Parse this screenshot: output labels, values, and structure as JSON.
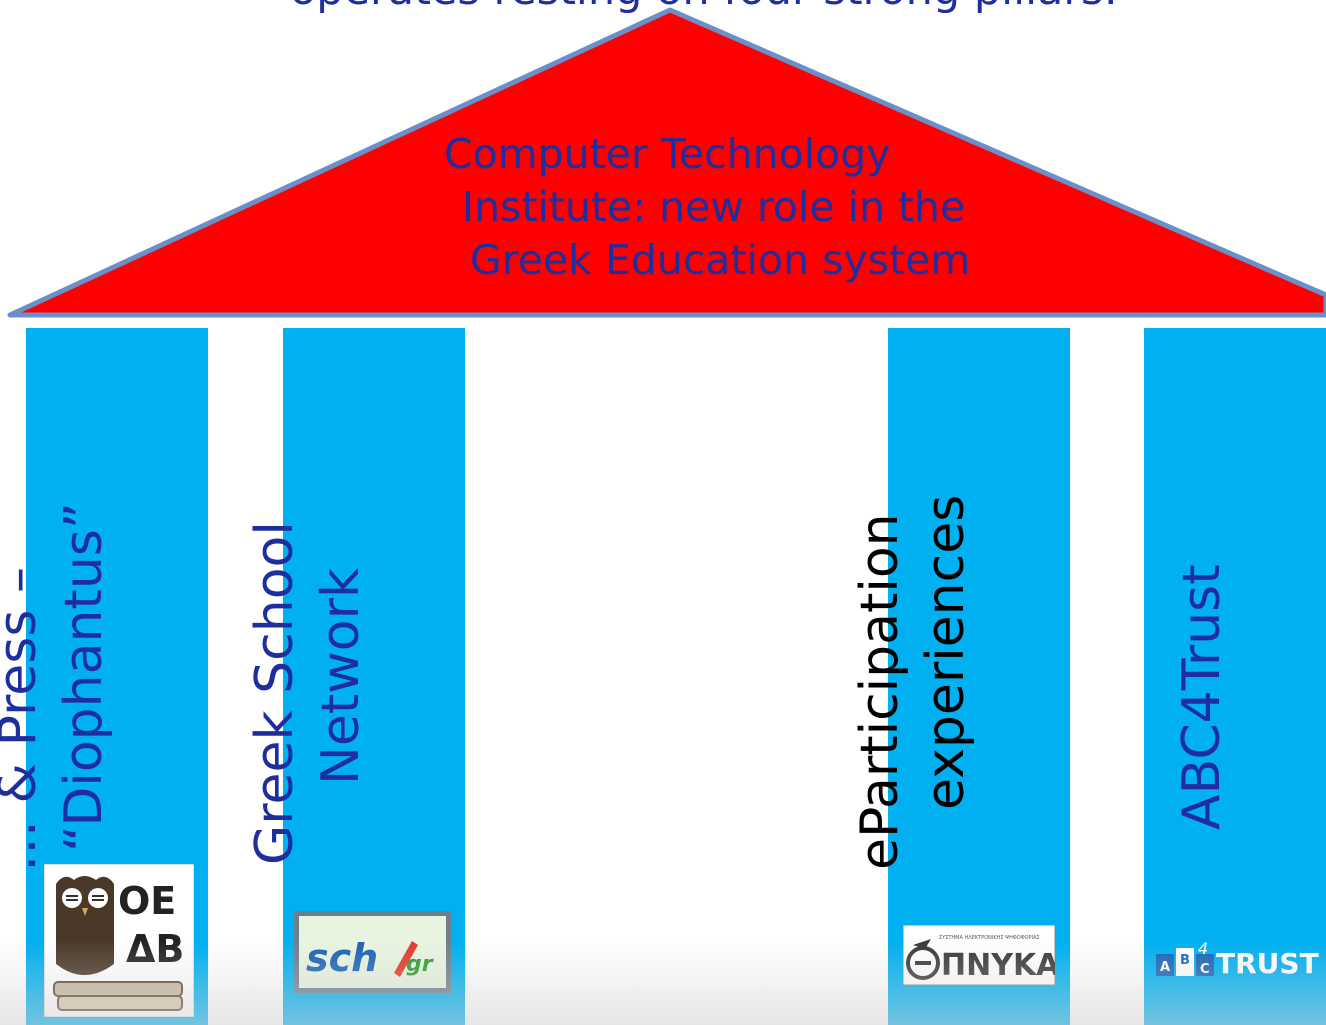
{
  "headline": "operates resting on four strong pillars:",
  "roof": {
    "lines": [
      "Computer Technology",
      "Institute: new role in the",
      "Greek Education system"
    ],
    "fill": "#ff0000",
    "stroke": "#6b8fc9",
    "text_color": "#1f2e9e"
  },
  "pillar_color": "#00b0f0",
  "pillars": [
    {
      "lines": [
        "… & Press –",
        "“Diophantus”"
      ],
      "logo": {
        "icon": "owl-book-icon",
        "text_top": "ΟΕ",
        "text_bottom": "ΔΒ"
      }
    },
    {
      "lines": [
        "Greek School",
        "Network"
      ],
      "logo": {
        "icon": "sch-gr-logo",
        "text": "sch",
        "suffix": "gr"
      }
    },
    {
      "lines": [
        "eParticipation",
        "experiences"
      ],
      "logo": {
        "icon": "pnyka-logo",
        "text": "ΠΝΥΚΑ",
        "small_text": "ΣΥΣΤΗΜΑ ΗΛΕΚΤΡΟΝΙΚΗΣ ΨΗΦΟΦΟΡΙΑΣ"
      }
    },
    {
      "lines": [
        "ABC4Trust"
      ],
      "logo": {
        "icon": "abc4trust-logo",
        "letters": [
          "A",
          "B",
          "C"
        ],
        "sup": "4",
        "text": "TRUST"
      }
    }
  ]
}
